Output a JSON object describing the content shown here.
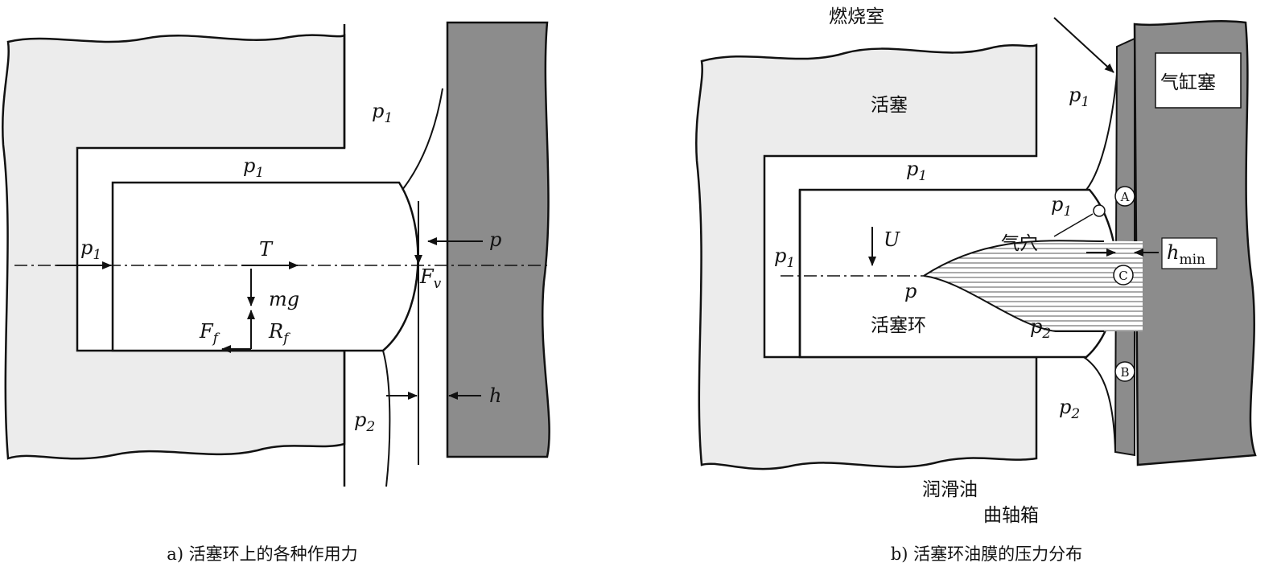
{
  "diagram_a": {
    "caption": "a) 活塞环上的各种作用力",
    "labels": {
      "p1_gap": "p",
      "p1_gap_sub": "1",
      "p1_top": "p",
      "p1_top_sub": "1",
      "p1_left": "p",
      "p1_left_sub": "1",
      "p_right": "p",
      "T": "T",
      "mg": "mg",
      "Rf": "R",
      "Rf_sub": "f",
      "Ff": "F",
      "Ff_sub": "f",
      "Fv": "F",
      "Fv_sub": "v",
      "h": "h",
      "p2": "p",
      "p2_sub": "2"
    }
  },
  "diagram_b": {
    "caption": "b) 活塞环油膜的压力分布",
    "labels": {
      "combustion": "燃烧室",
      "cylinder": "气缸塞",
      "piston": "活塞",
      "ring": "活塞环",
      "cavity": "气穴",
      "lube": "润滑油",
      "crankcase": "曲轴箱",
      "p1_gap": "p",
      "p1_gap_sub": "1",
      "p1_top": "p",
      "p1_top_sub": "1",
      "p1_inner": "p",
      "p1_inner_sub": "1",
      "p1_left": "p",
      "p1_left_sub": "1",
      "U": "U",
      "p_center": "p",
      "p2_inner": "p",
      "p2_inner_sub": "2",
      "p2_outer": "p",
      "p2_outer_sub": "2",
      "hmin": "h",
      "hmin_sub": "min",
      "pt_A": "A",
      "pt_C": "C",
      "pt_B": "B"
    }
  },
  "colors": {
    "piston_fill": "#ececec",
    "cylinder_fill": "#8c8c8c",
    "stroke": "#111111",
    "background": "#ffffff"
  }
}
